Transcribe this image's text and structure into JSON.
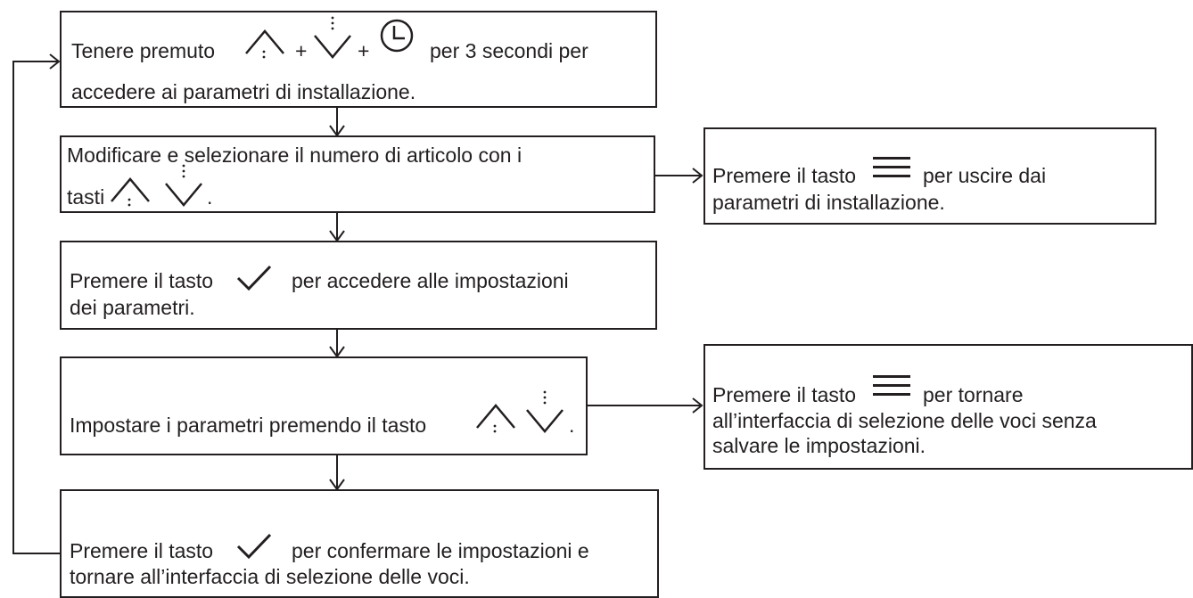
{
  "diagram": {
    "step1": {
      "text_a": "Tenere premuto",
      "plus_1": "+",
      "plus_2": "+",
      "text_b": "per 3 secondi per",
      "text_c": "accedere ai parametri di installazione."
    },
    "step2": {
      "text_a": "Modificare e selezionare il numero di articolo con i",
      "text_b": "tasti",
      "text_end": "."
    },
    "step3": {
      "text_a": "Premere il tasto",
      "text_b": "per accedere alle impostazioni",
      "text_c": "dei parametri."
    },
    "step4": {
      "text_a": "Impostare i parametri premendo il tasto",
      "text_end": "."
    },
    "step5": {
      "text_a": "Premere il tasto",
      "text_b": "per confermare le impostazioni e",
      "text_c": "tornare all’interfaccia di selezione delle voci."
    },
    "side1": {
      "text_a": "Premere il tasto",
      "text_b": "per uscire dai",
      "text_c": "parametri di installazione."
    },
    "side2": {
      "text_a": "Premere il tasto",
      "text_b": "per tornare",
      "text_c": "all’interfaccia di selezione delle voci senza",
      "text_d": "salvare le impostazioni."
    }
  },
  "icons": {
    "up": "up-arrow-key-icon",
    "down": "down-arrow-key-icon",
    "clock": "clock-icon",
    "check": "check-icon",
    "menu": "menu-icon"
  },
  "colors": {
    "ink": "#231f20"
  }
}
